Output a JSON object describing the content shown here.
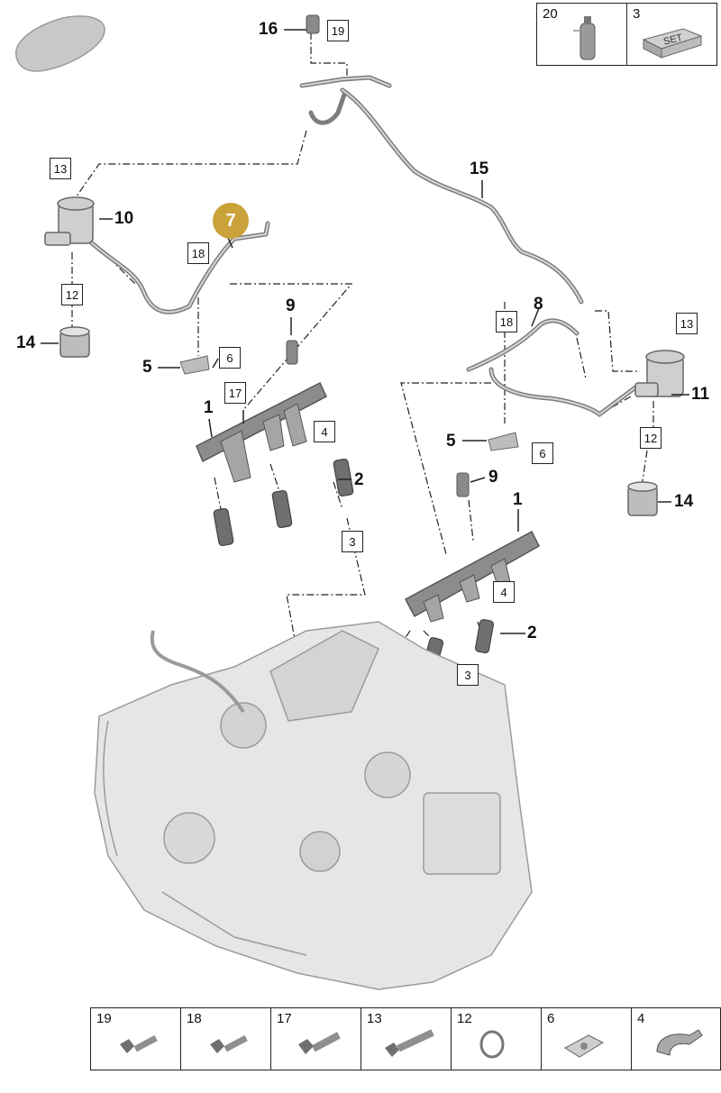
{
  "callouts": {
    "c1a": "1",
    "c1b": "1",
    "c2a": "2",
    "c2b": "2",
    "c5a": "5",
    "c5b": "5",
    "c7": "7",
    "c8": "8",
    "c9a": "9",
    "c9b": "9",
    "c10": "10",
    "c11": "11",
    "c14a": "14",
    "c14b": "14",
    "c15": "15",
    "c16": "16"
  },
  "boxes": {
    "b19": "19",
    "b13a": "13",
    "b13b": "13",
    "b18a": "18",
    "b18b": "18",
    "b12a": "12",
    "b12b": "12",
    "b6a": "6",
    "b6b": "6",
    "b17": "17",
    "b4a": "4",
    "b4b": "4",
    "b3a": "3",
    "b3b": "3"
  },
  "top_inset": {
    "items": [
      "20",
      "3"
    ],
    "set_text": "SET"
  },
  "bottom_inset": {
    "items": [
      "19",
      "18",
      "17",
      "13",
      "12",
      "6",
      "4"
    ]
  }
}
